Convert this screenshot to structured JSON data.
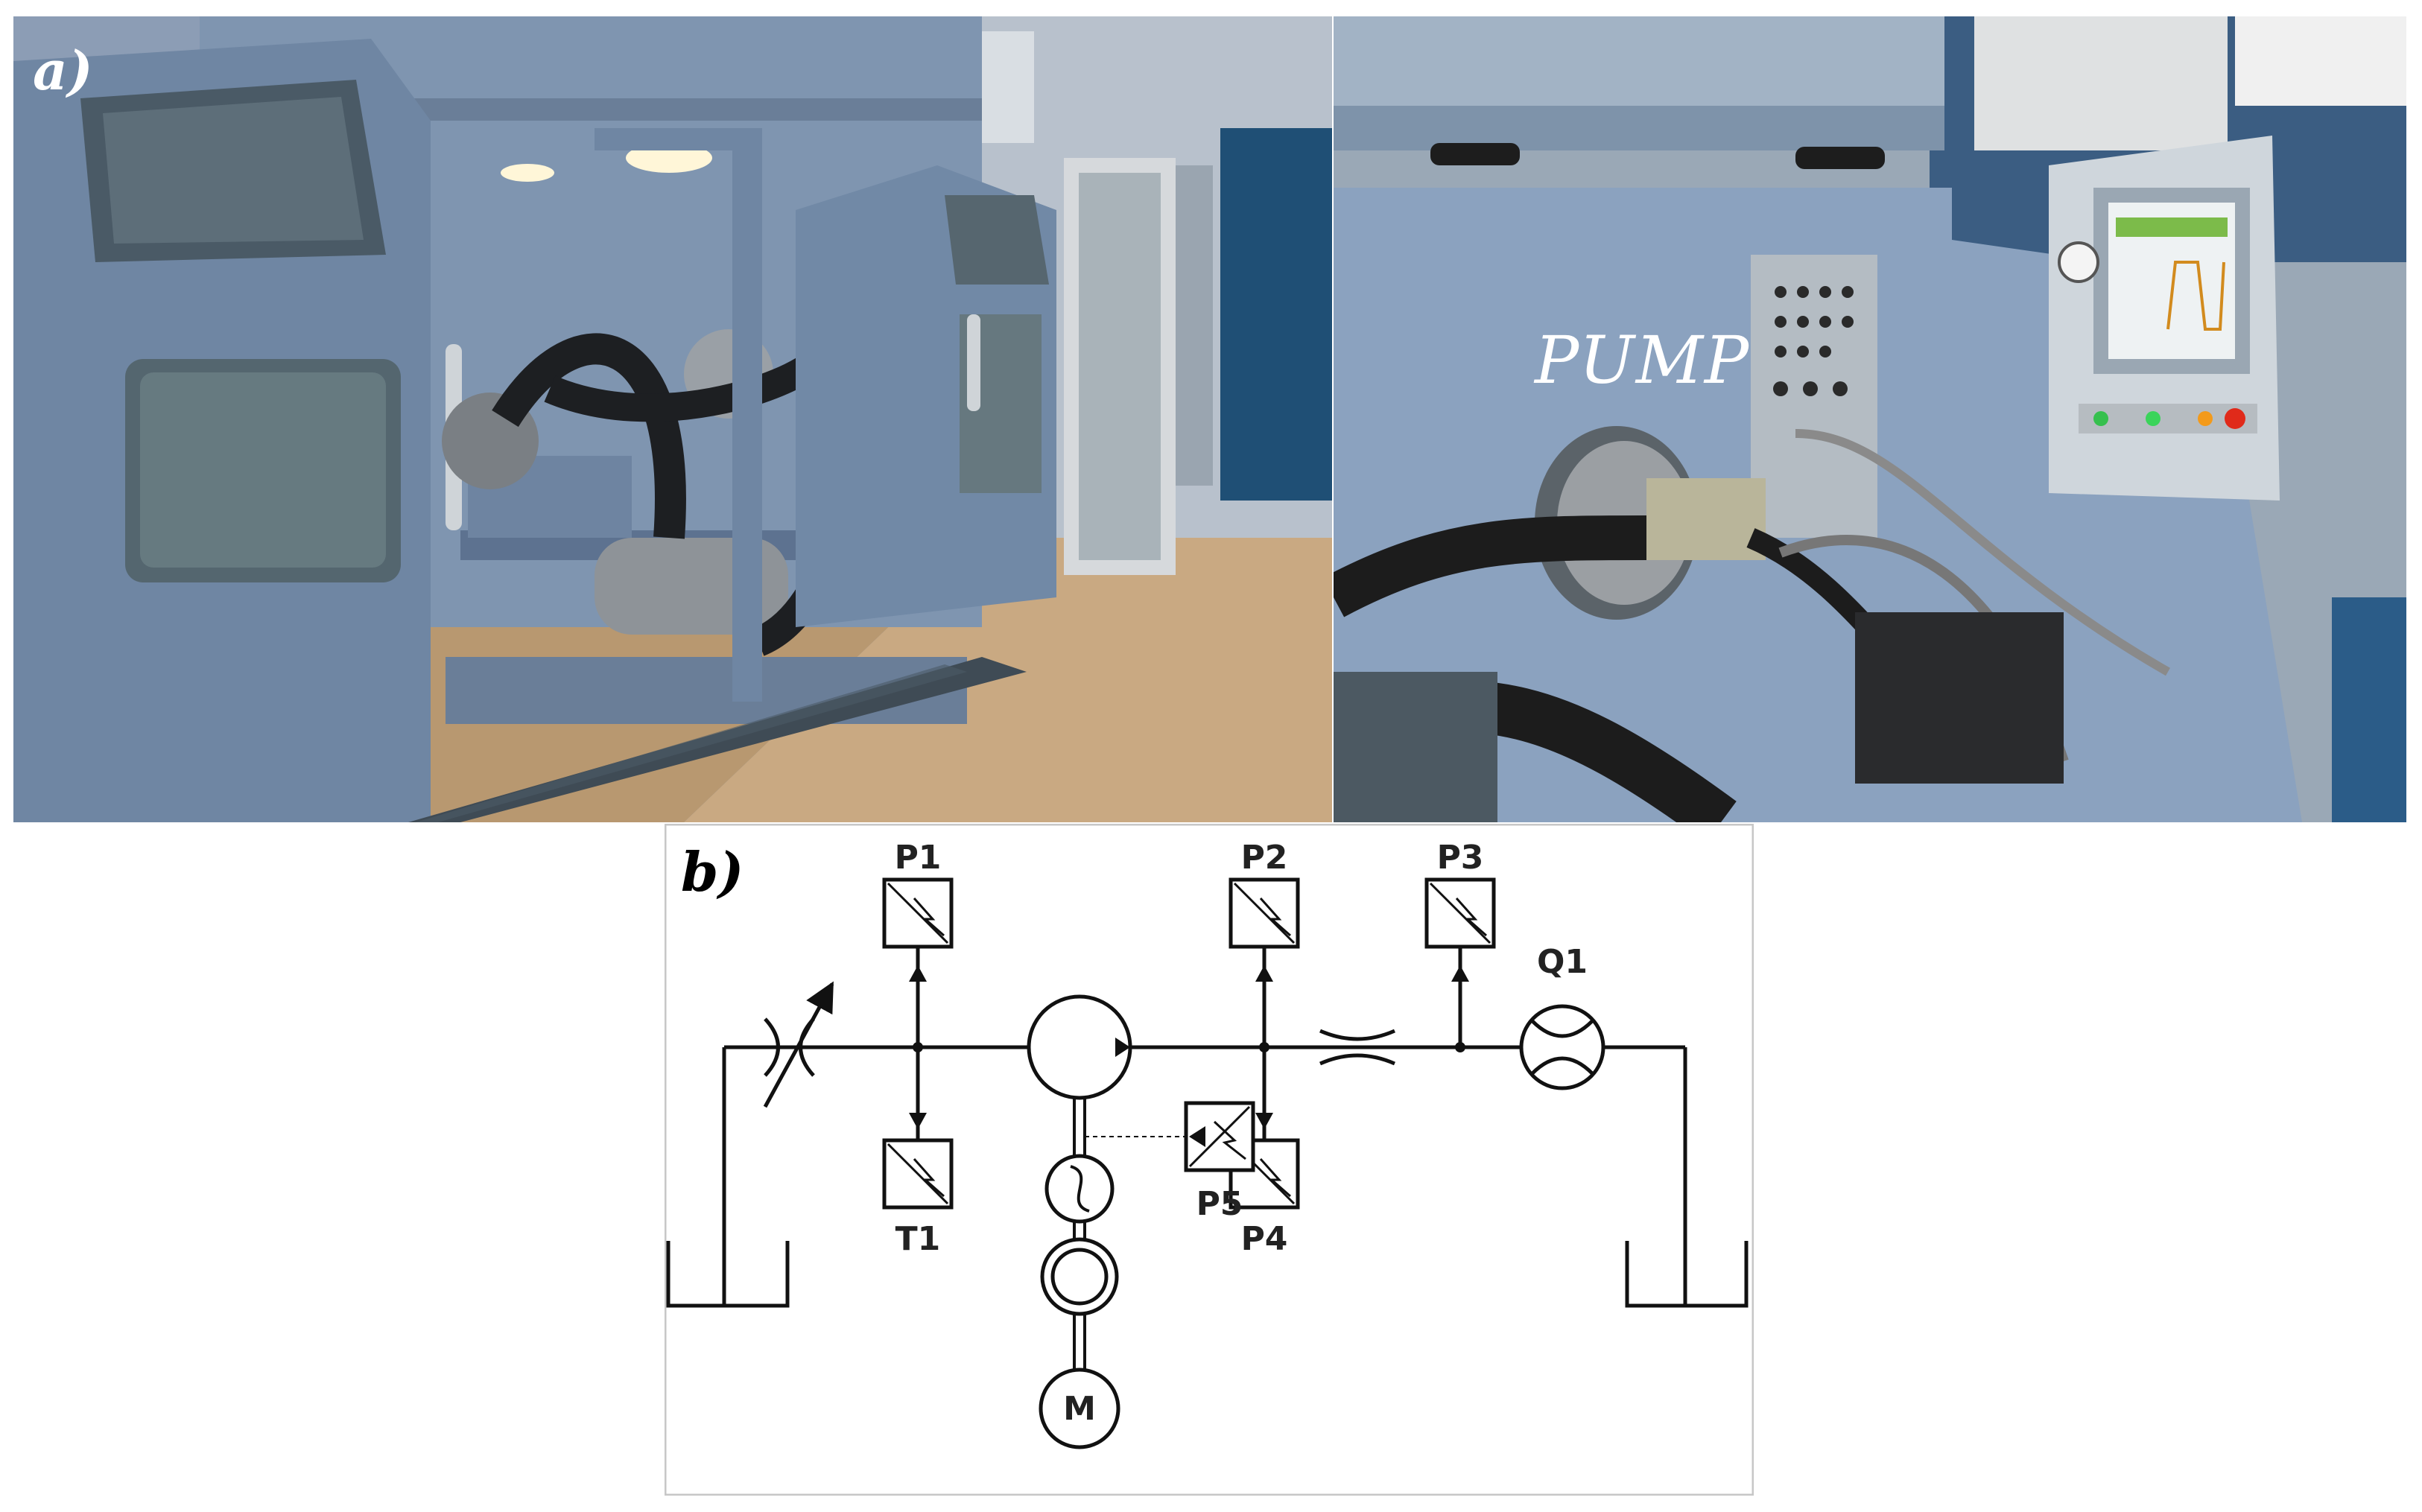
{
  "panels": {
    "a": {
      "label": "a)"
    },
    "b": {
      "label": "b)"
    }
  },
  "photo_right": {
    "overlay_text": "PUMP"
  },
  "schematic": {
    "sensors": {
      "p1": "P1",
      "p2": "P2",
      "p3": "P3",
      "p4": "P4",
      "p5": "P5",
      "t1": "T1",
      "q1": "Q1"
    },
    "motor": "M"
  },
  "colors": {
    "machine_blue": "#6f86a3",
    "floor": "#c9a982",
    "line": "#111111"
  }
}
